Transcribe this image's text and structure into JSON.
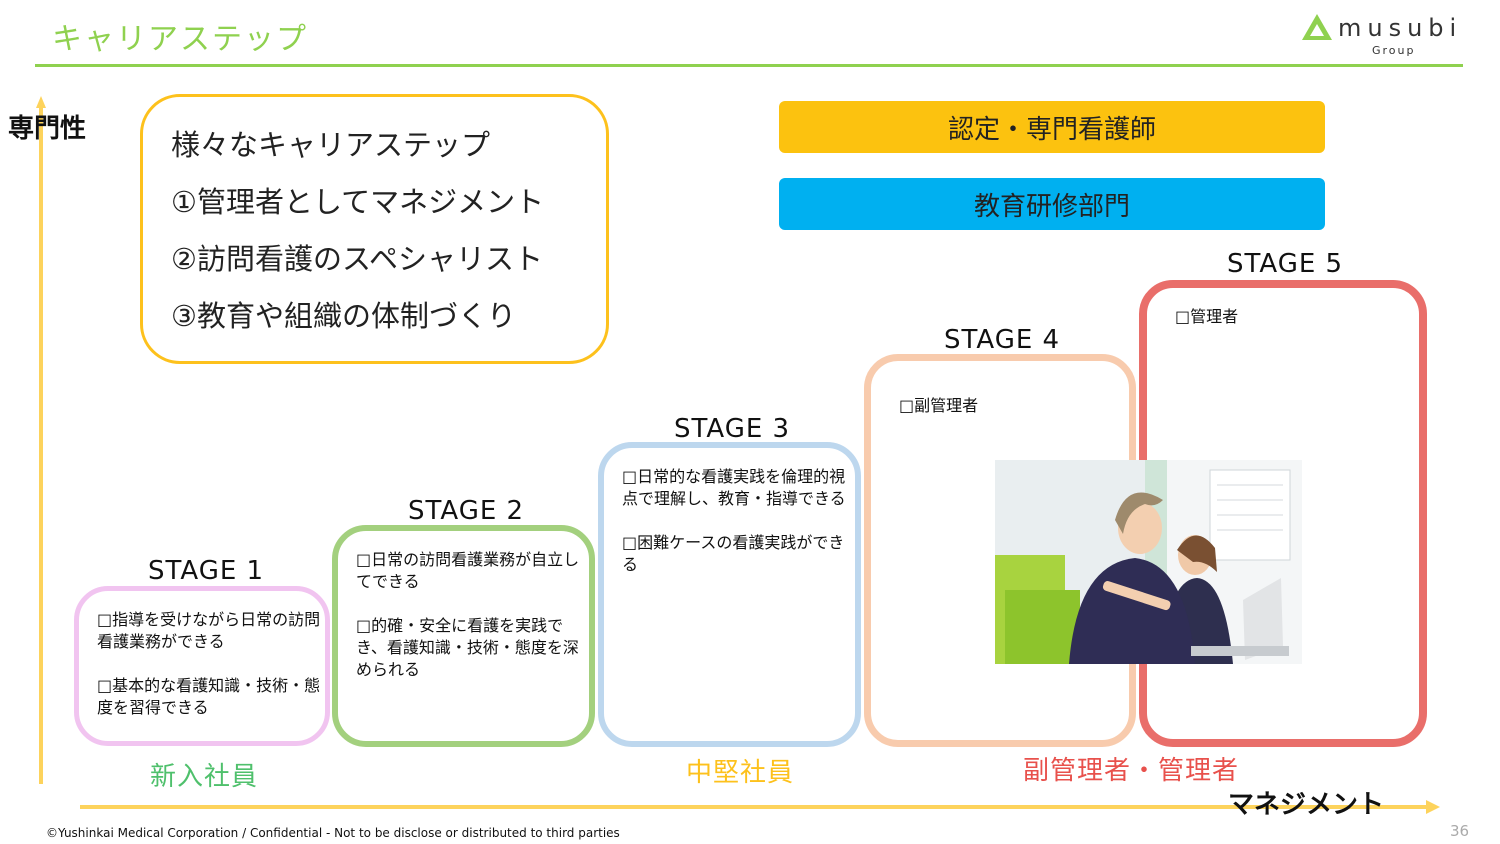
{
  "header": {
    "title": "キャリアステップ"
  },
  "logo": {
    "word": "musubi",
    "sub": "Group"
  },
  "axes": {
    "vertical_label": "専門性",
    "horizontal_label": "マネジメント",
    "color": "#fdd35c"
  },
  "career_box": {
    "lines": [
      "様々なキャリアステップ",
      "①管理者としてマネジメント",
      "②訪問看護のスペシャリスト",
      "③教育や組織の体制づくり"
    ],
    "border_color": "#fdc11c"
  },
  "categories": [
    {
      "label": "認定・専門看護師",
      "color": "#fcc20f"
    },
    {
      "label": "教育研修部門",
      "color": "#00b0f0"
    }
  ],
  "stages": [
    {
      "label": "STAGE 1",
      "items": [
        "□指導を受けながら日常の訪問看護業務ができる",
        "□基本的な看護知識・技術・態度を習得できる"
      ],
      "color": "#f1c4f0"
    },
    {
      "label": "STAGE 2",
      "items": [
        "□日常の訪問看護業務が自立してできる",
        "□的確・安全に看護を実践でき、看護知識・技術・態度を深められる"
      ],
      "color": "#a3d07e"
    },
    {
      "label": "STAGE 3",
      "items": [
        "□日常的な看護実践を倫理的視点で理解し、教育・指導できる",
        "□困難ケースの看護実践ができる"
      ],
      "color": "#bdd7ee"
    },
    {
      "label": "STAGE 4",
      "items": [
        "□副管理者"
      ],
      "color": "#f8cbad"
    },
    {
      "label": "STAGE 5",
      "items": [
        "□管理者"
      ],
      "color": "#e96e6a"
    }
  ],
  "groups": [
    {
      "label": "新入社員",
      "color": "#4fc06c"
    },
    {
      "label": "中堅社員",
      "color": "#fdc11c"
    },
    {
      "label": "副管理者・管理者",
      "color": "#e8514c"
    }
  ],
  "footer": {
    "copyright": "©Yushinkai Medical Corporation / Confidential - Not to be disclose or distributed to third parties",
    "page": "36"
  }
}
